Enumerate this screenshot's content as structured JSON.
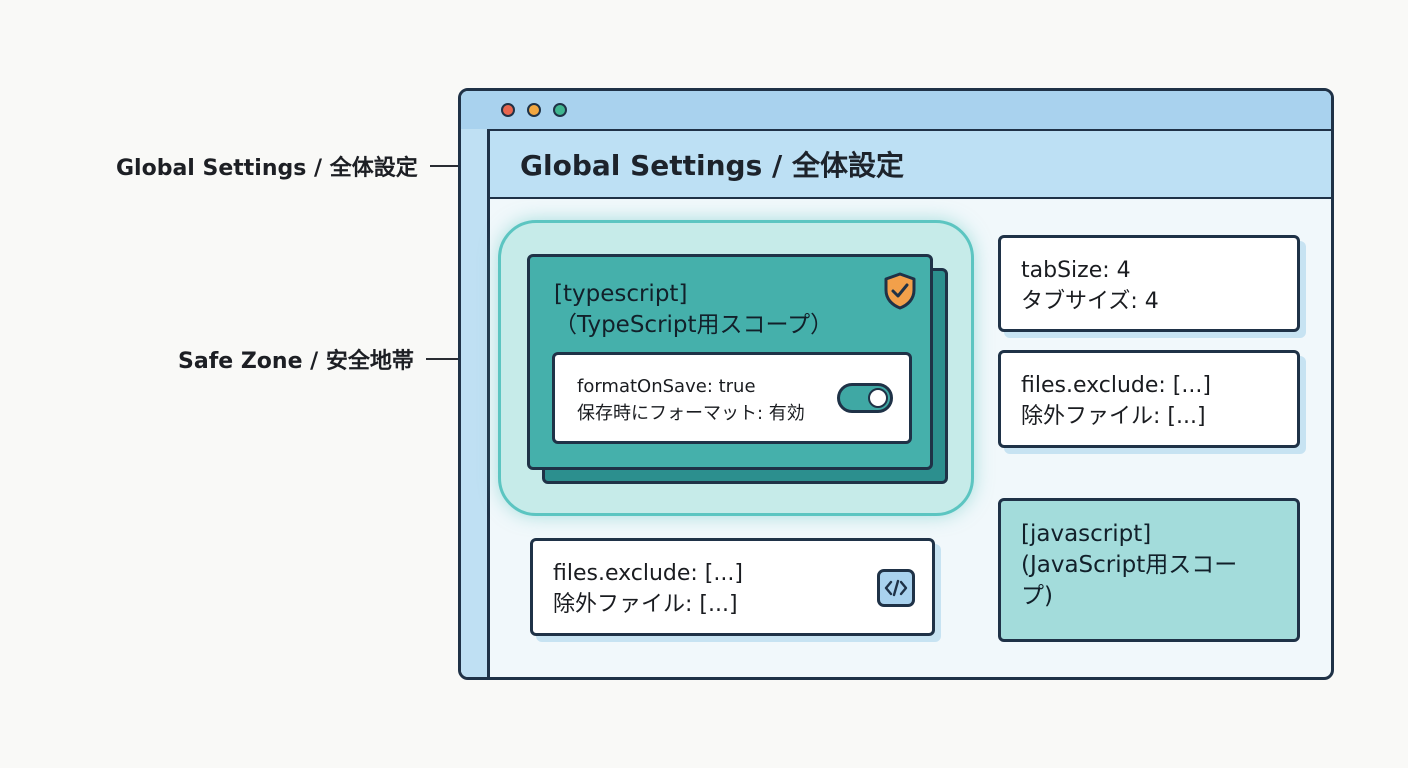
{
  "callouts": {
    "global": "Global Settings / 全体設定",
    "safe_zone": "Safe Zone / 安全地帯"
  },
  "window": {
    "header_title": "Global Settings / 全体設定",
    "traffic_lights": [
      "#e8664f",
      "#f2a740",
      "#3fb58f"
    ]
  },
  "typescript_scope": {
    "title_line1": "[typescript]",
    "title_line2": "（TypeScript用スコープ）",
    "icon": "shield-check-icon",
    "setting_line1": "formatOnSave: true",
    "setting_line2": "保存時にフォーマット: 有効",
    "toggle_on": true
  },
  "cards": {
    "tabsize": {
      "line1": "tabSize: 4",
      "line2": "タブサイズ: 4"
    },
    "files_exclude_right": {
      "line1": "files.exclude: [...]",
      "line2": "除外ファイル: [...]"
    },
    "files_exclude_bottom": {
      "line1": "files.exclude: [...]",
      "line2": "除外ファイル: [...]",
      "icon": "code-icon"
    }
  },
  "javascript_scope": {
    "title": "[javascript]\n(JavaScript用スコー\nプ)"
  },
  "colors": {
    "outline": "#1f3247",
    "titlebar": "#a9d2ee",
    "safe_zone": "#5cc5c1",
    "scope_card": "#45b0ab",
    "js_card": "#a3dcdb",
    "shield": "#f2a04a"
  }
}
